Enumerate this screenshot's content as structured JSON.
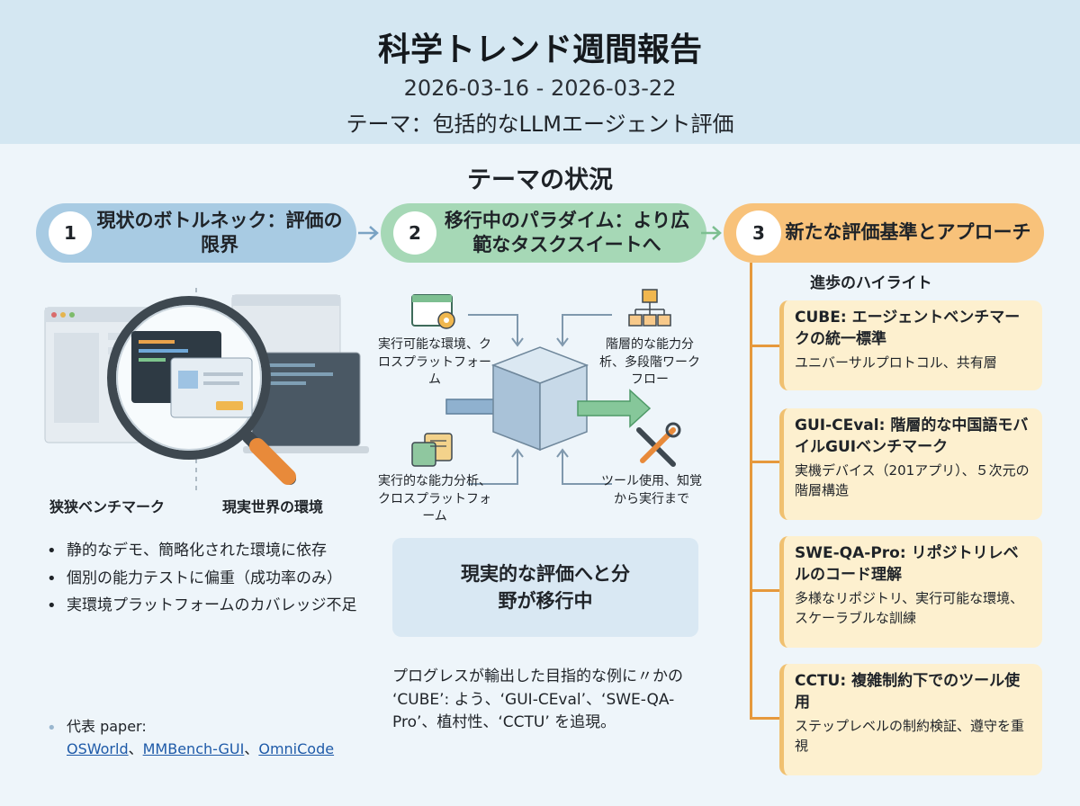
{
  "header": {
    "title": "科学トレンド週間報告",
    "date_range": "2026-03-16 - 2026-03-22",
    "theme": "テーマ：包括的なLLMエージェント評価"
  },
  "section_title": "テーマの状況",
  "steps": [
    {
      "num": "1",
      "label": "現状のボトルネック：評価の限界",
      "color": "#a8cbe3"
    },
    {
      "num": "2",
      "label": "移行中のパラダイム：より広範なタスクスイートへ",
      "color": "#a6d8b6"
    },
    {
      "num": "3",
      "label": "新たな評価基準とアプローチ",
      "color": "#f8c27a"
    }
  ],
  "left": {
    "label_narrow": "狭狭ベンチマーク",
    "label_real": "現実世界の環境",
    "bullets": [
      "静的なデモ、簡略化された環境に依存",
      "個別の能力テストに偏重（成功率のみ）",
      "実環境プラットフォームのカバレッジ不足"
    ],
    "rep_label": "代表 paper:",
    "papers": [
      "OSWorld",
      "MMBench-GUI",
      "OmniCode"
    ]
  },
  "middle": {
    "f1": "実行可能な環境、クロスプラットフォーム",
    "f2": "階層的な能力分析、多段階ワークフロー",
    "f3": "実行的な能力分析、クロスプラットフォーム",
    "f4": "ツール使用、知覚から実行まで",
    "callout": "現実的な評価へと分野が移行中",
    "paragraph": "プログレスが輸出した目指的な例に〃かの ‘CUBE’: よう、‘GUI-CEval’、‘SWE-QA-Pro’、植村性、‘CCTU’ を追現。"
  },
  "right": {
    "highlight_title": "進歩のハイライト",
    "cards": [
      {
        "title": "CUBE: エージェントベンチマークの統一標準",
        "desc": "ユニバーサルプロトコル、共有層"
      },
      {
        "title": "GUI-CEval: 階層的な中国語モバイルGUIベンチマーク",
        "desc": "実機デバイス（201アプリ）、５次元の階層構造"
      },
      {
        "title": "SWE-QA-Pro: リポジトリレベルのコード理解",
        "desc": "多様なリポジトリ、実行可能な環境、スケーラブルな訓練"
      },
      {
        "title": "CCTU: 複雑制約下でのツール使用",
        "desc": "ステップレベルの制約検証、遵守を重視"
      }
    ]
  },
  "colors": {
    "accent_orange": "#e6993c",
    "accent_blue": "#a8cbe3",
    "accent_green": "#a6d8b6"
  }
}
